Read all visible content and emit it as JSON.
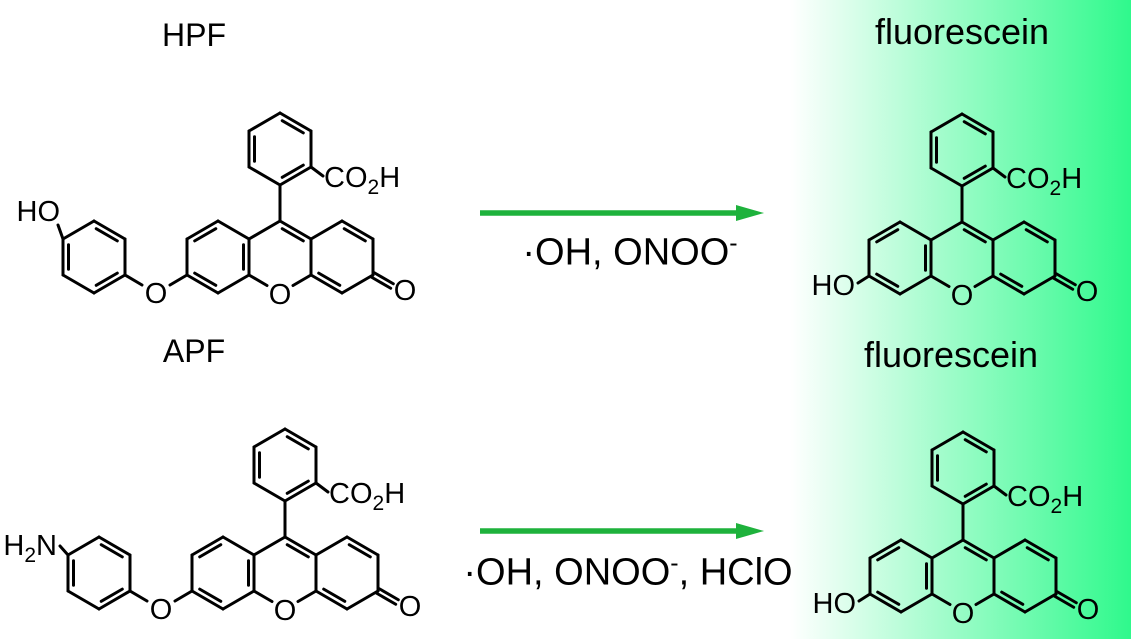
{
  "titles": {
    "reactant_top": "HPF",
    "product_top": "fluorescein",
    "reactant_bottom": "APF",
    "product_bottom": "fluorescein"
  },
  "reagents": {
    "top": {
      "main": "·OH, ONOO",
      "sup": "-",
      "tail": ""
    },
    "bottom": {
      "main": "·OH, ONOO",
      "sup": "-",
      "tail": ", HClO"
    }
  },
  "atom_labels": {
    "hydroxyl": "HO",
    "ether_o": "O",
    "ring_o": "O",
    "ketone_o": "O",
    "carboxyl_main": "CO",
    "carboxyl_sub": "2",
    "carboxyl_h": "H",
    "amine_h": "H",
    "amine_sub": "2",
    "amine_n": "N"
  },
  "colors": {
    "arrow": "#1eb23c",
    "panel_green": "#2ff98c",
    "bond": "#000000",
    "background": "#ffffff"
  }
}
